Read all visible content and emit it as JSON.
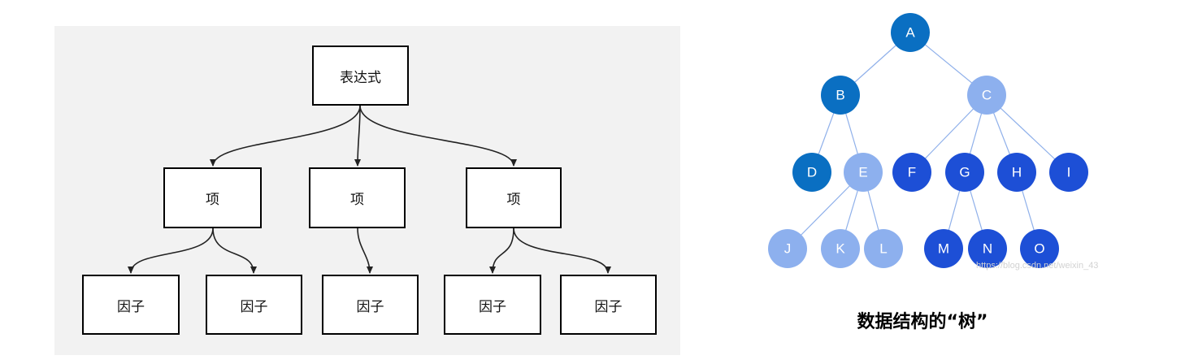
{
  "flowchart": {
    "root": "表达式",
    "terms": [
      "项",
      "项",
      "项"
    ],
    "factors": [
      "因子",
      "因子",
      "因子",
      "因子",
      "因子"
    ]
  },
  "tree": {
    "colors": {
      "dark_blue": "#0a6fc2",
      "light_blue": "#8db0ee",
      "royal_blue": "#1d4fd6"
    },
    "nodes": [
      {
        "id": "A",
        "color": "dark_blue"
      },
      {
        "id": "B",
        "color": "dark_blue"
      },
      {
        "id": "C",
        "color": "light_blue"
      },
      {
        "id": "D",
        "color": "dark_blue"
      },
      {
        "id": "E",
        "color": "light_blue"
      },
      {
        "id": "F",
        "color": "royal_blue"
      },
      {
        "id": "G",
        "color": "royal_blue"
      },
      {
        "id": "H",
        "color": "royal_blue"
      },
      {
        "id": "I",
        "color": "royal_blue"
      },
      {
        "id": "J",
        "color": "light_blue"
      },
      {
        "id": "K",
        "color": "light_blue"
      },
      {
        "id": "L",
        "color": "light_blue"
      },
      {
        "id": "M",
        "color": "royal_blue"
      },
      {
        "id": "N",
        "color": "royal_blue"
      },
      {
        "id": "O",
        "color": "royal_blue"
      }
    ],
    "edges": [
      [
        "A",
        "B"
      ],
      [
        "A",
        "C"
      ],
      [
        "B",
        "D"
      ],
      [
        "B",
        "E"
      ],
      [
        "C",
        "F"
      ],
      [
        "C",
        "G"
      ],
      [
        "C",
        "H"
      ],
      [
        "C",
        "I"
      ],
      [
        "E",
        "J"
      ],
      [
        "E",
        "K"
      ],
      [
        "E",
        "L"
      ],
      [
        "G",
        "M"
      ],
      [
        "G",
        "N"
      ],
      [
        "H",
        "O"
      ]
    ],
    "watermark": "https://blog.csdn.net/weixin_43",
    "caption": "数据结构的“树”"
  }
}
